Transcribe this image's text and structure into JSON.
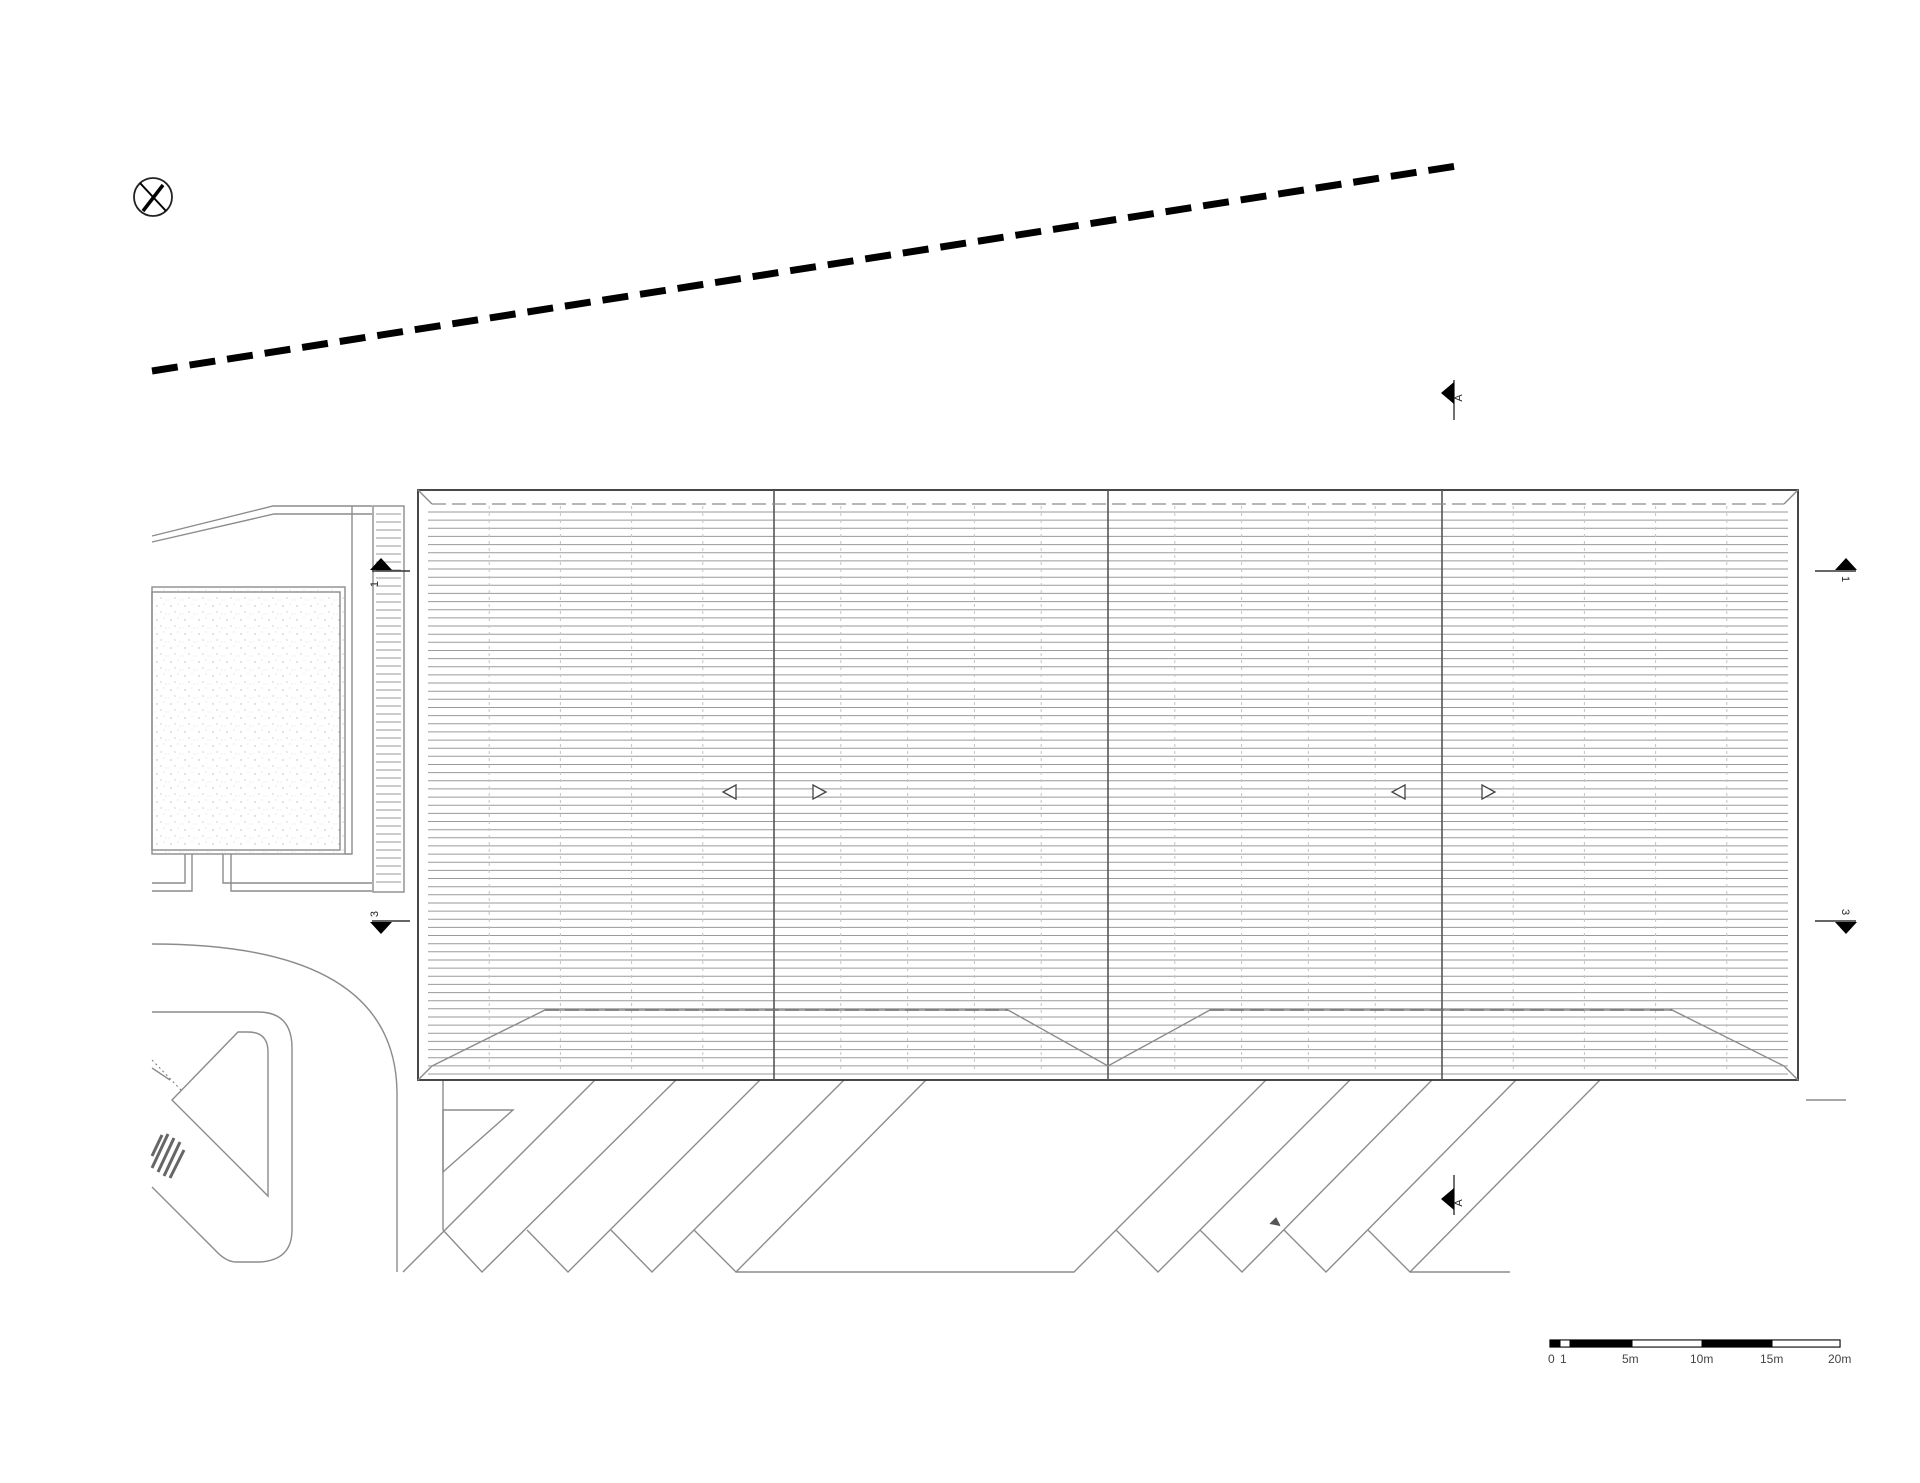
{
  "section_markers": {
    "section_a": "A",
    "section_1": "1",
    "section_3": "3"
  },
  "scale_bar": {
    "labels": [
      "0",
      "1",
      "5m",
      "10m",
      "15m",
      "20m"
    ]
  },
  "roof": {
    "bays": 4,
    "rib_count": 70
  },
  "colors": {
    "line": "#8c8c8c",
    "ink": "#000000"
  }
}
